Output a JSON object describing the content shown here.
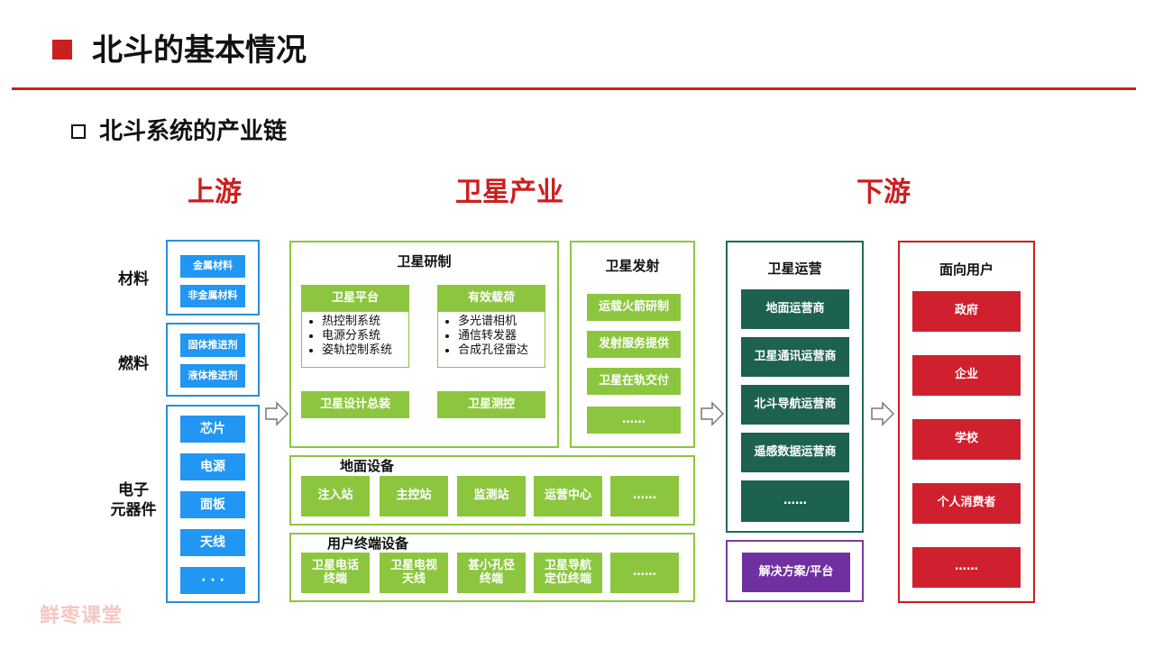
{
  "header": {
    "title": "北斗的基本情况",
    "subtitle": "北斗系统的产业链"
  },
  "sections": {
    "upstream": "上游",
    "satellite": "卫星产业",
    "downstream": "下游"
  },
  "upstream": {
    "materials": {
      "label": "材料",
      "items": [
        "金属材料",
        "非金属材料"
      ]
    },
    "fuel": {
      "label": "燃料",
      "items": [
        "固体推进剂",
        "液体推进剂"
      ]
    },
    "electronics": {
      "label_line1": "电子",
      "label_line2": "元器件",
      "items": [
        "芯片",
        "电源",
        "面板",
        "天线",
        "· · ·"
      ]
    }
  },
  "satellite": {
    "rnd": {
      "title": "卫星研制",
      "platform": {
        "title": "卫星平台",
        "bullets": [
          "热控制系统",
          "电源分系统",
          "姿轨控制系统"
        ]
      },
      "payload": {
        "title": "有效载荷",
        "bullets": [
          "多光谱相机",
          "通信转发器",
          "合成孔径雷达"
        ]
      },
      "design": "卫星设计总装",
      "tt": "卫星测控"
    },
    "launch": {
      "title": "卫星发射",
      "items": [
        "运载火箭研制",
        "发射服务提供",
        "卫星在轨交付",
        "……"
      ]
    },
    "ground": {
      "title": "地面设备",
      "items": [
        "注入站",
        "主控站",
        "监测站",
        "运营中心",
        "……"
      ]
    },
    "terminal": {
      "title": "用户终端设备",
      "items": [
        {
          "l1": "卫星电话",
          "l2": "终端"
        },
        {
          "l1": "卫星电视",
          "l2": "天线"
        },
        {
          "l1": "甚小孔径",
          "l2": "终端"
        },
        {
          "l1": "卫星导航",
          "l2": "定位终端"
        },
        {
          "l1": "……",
          "l2": ""
        }
      ]
    }
  },
  "downstream": {
    "ops": {
      "title": "卫星运营",
      "items": [
        "地面运营商",
        "卫星通讯运营商",
        "北斗导航运营商",
        "遥感数据运营商",
        "……"
      ]
    },
    "solution": "解决方案/平台",
    "users": {
      "title": "面向用户",
      "items": [
        "政府",
        "企业",
        "学校",
        "个人消费者",
        "……"
      ]
    }
  },
  "watermark": "鲜枣课堂",
  "colors": {
    "accent_red": "#cc1f1f",
    "blue": "#2196f3",
    "green": "#8cc63f",
    "teal": "#1d6150",
    "purple": "#7030a0",
    "user_red": "#d01f2e"
  }
}
